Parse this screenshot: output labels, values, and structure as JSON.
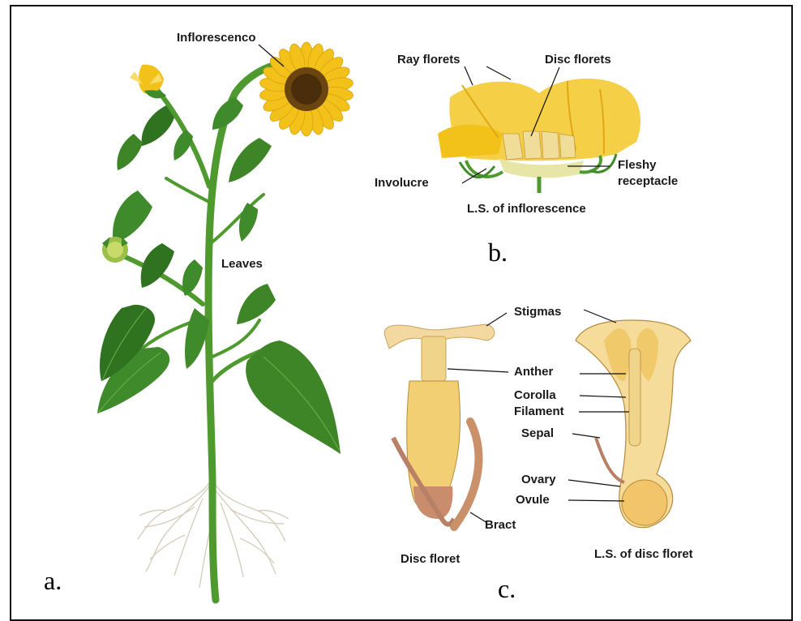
{
  "panels": {
    "a": "a.",
    "b": "b.",
    "c": "c."
  },
  "plant": {
    "inflorescence": "Infloresсenco",
    "leaves": "Leaves"
  },
  "inflorescence_section": {
    "ray_florets": "Ray florets",
    "disc_florets": "Disc florets",
    "involucre": "Involucre",
    "fleshy": "Fleshy",
    "receptacle": "receptacle",
    "caption": "L.S. of inflorescence"
  },
  "disc_floret": {
    "stigmas": "Stigmas",
    "anther": "Anther",
    "corolla": "Corolla",
    "filament": "Filament",
    "sepal": "Sepal",
    "ovary": "Ovary",
    "ovule": "Ovule",
    "bract": "Bract",
    "caption_left": "Disc floret",
    "caption_right": "L.S. of disc floret"
  },
  "colors": {
    "leaf": "#3f8a2a",
    "leaf_dark": "#2e6b1e",
    "stem": "#4e9a2e",
    "petal": "#f2c21b",
    "petal_light": "#f7dc6a",
    "center": "#5a3a12",
    "floret": "#f0d48a",
    "bract": "#c9906a",
    "root": "#d8d2c4"
  }
}
